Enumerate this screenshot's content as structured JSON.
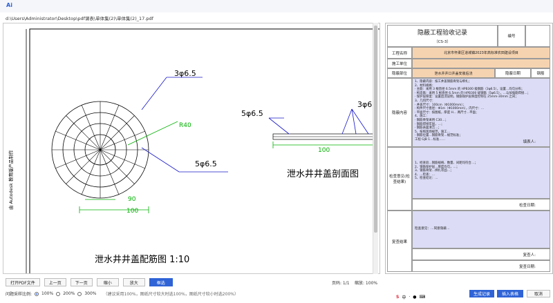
{
  "app": {
    "logo": "Ai",
    "path": "d:\\Users\\Administrator\\Desktop\\pdf课表\\单体集(2)\\单体集(2)_17.pdf"
  },
  "drawing": {
    "side_label": "由 Autodesk 教育版产品制作",
    "plan_top_rebar": "3φ6.5",
    "plan_bottom_rebar": "5φ6.5",
    "plan_dim_r": "R40",
    "plan_dim_90": "90",
    "plan_dim_100": "100",
    "plan_title": "泄水井井盖配筋图  1:10",
    "section_left_rebar": "5φ6.5",
    "section_right_rebar": "3φ6",
    "section_dim_100": "100",
    "section_title": "泄水井井盖剖面图"
  },
  "toolbar": {
    "open_pdf": "打开PDF文件",
    "prev_page": "上一页",
    "next_page": "下一页",
    "zoom_out": "缩小",
    "zoom_in": "放大",
    "select": "框选",
    "page_info": "页码: 1/1",
    "zoom_info": "缩放: 100%"
  },
  "ratio": {
    "label": "问题采样比例:",
    "opt1": "100%",
    "opt2": "200%",
    "opt3": "300%",
    "note": "（建议采用100%，图纸尺寸较大时选100%，图纸尺寸较小时选200%）"
  },
  "form": {
    "title": "隐蔽工程验收记录",
    "code": "（CS-3）",
    "number_label": "编号",
    "project_label": "工程名称",
    "project_value": "北京市怀柔区道城镇2023年高标准农田建设项目",
    "construction_unit_label": "施工单位",
    "hidden_part_label": "隐蔽部位",
    "hidden_part_value": "泄水井井口井盖安装后浇",
    "hidden_date_label": "隐蔽日期",
    "steel_label": "钢筋",
    "content_label": "隐蔽内容",
    "content_lines": [
      "1、隐蔽内容：按工井盖钢筋骨架与绑扎；",
      "2、材料规格：",
      " · 主筋：采用 3 根直径 6.5mm 的 HPB300 级钢筋（3φ6.5），设置…均匀分布；",
      " · 构造筋：采用 5 根直径 6.5mm 的 HPB300 级钢筋（5φ6.5），…与加强筋焊接…；",
      " · 保护层厚度：设置后浇说明，钢筋保护层厚度控制在 25mm-30mm 之间；",
      "3、几何尺寸：",
      " · 井盖尺寸：100cm（Φ1000mm）；",
      " · 构件尺寸直径：Φ1m（Φ1000mm），内尺寸：…",
      " · 平面尺寸：按图纸，厚度 H… 两尺寸…平面；",
      "4、施工：",
      " · 钢筋骨架采用 C30…；",
      " · 钢筋焊接牢固，…；",
      " · 钢筋表面清洁…；",
      "5、按照现场规范，施工…",
      " · 钢筋位置…钢筋骨架…规范标准；",
      "工程 GJB 1…标准……"
    ],
    "reporter_label": "填表人:",
    "inspection_label": "检查意见(检查结果)",
    "inspection_lines": [
      "1、经查验…钢筋规格、数量、间距均符合…；",
      "2、钢筋保护层…厚度均匀，…；",
      "3、钢筋骨架…绑扎牢固…；",
      "4、…检查：…",
      "5、检查结论：…"
    ],
    "inspector_label": "检查日期:",
    "review_label": "复查结果",
    "review_text": "检查意见：…同意隐蔽…",
    "reviewer_label": "复查人:",
    "review_date_label": "复查日期:"
  },
  "bottom": {
    "generate": "生成记录",
    "insert": "插入表格",
    "cancel": "取消"
  }
}
